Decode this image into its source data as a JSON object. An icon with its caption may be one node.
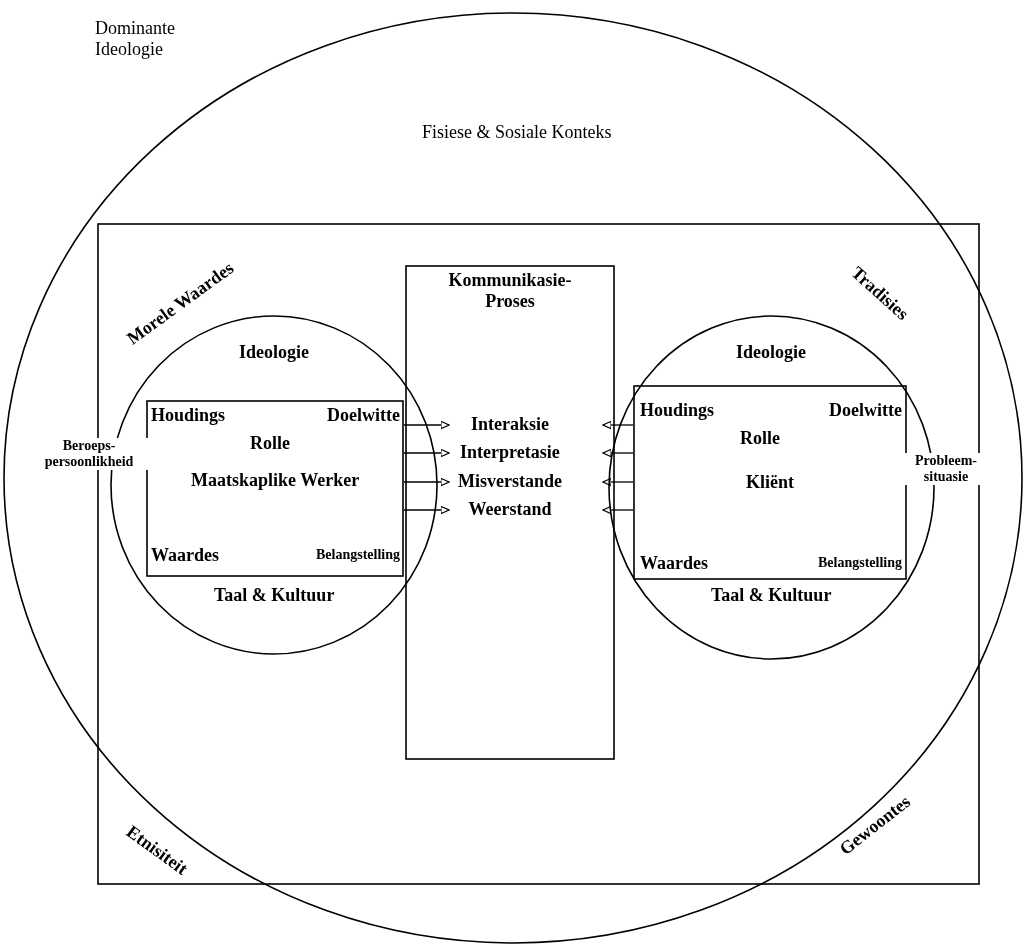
{
  "diagram": {
    "nodes": [
      {
        "text": [
          "Dominante Ideologie",
          "Fisiese & Sosiale Konteks"
        ]
      },
      {
        "text": [
          "Morele Waardes",
          "Tradisies",
          "Etnisiteit",
          "Gewoontes"
        ],
        "in": 0
      },
      {
        "text": [
          "Ideologie",
          "Taal & Kultuur"
        ],
        "in": 1
      },
      {
        "text": [
          "Houdings",
          "Doelwitte",
          "Rolle",
          "Maatskaplike Werker",
          "Waardes",
          "Belangstelling"
        ],
        "in": 2
      },
      {
        "text": [
          "Kommunikasie-Proses",
          "Interaksie",
          "Interpretasie",
          "Misverstande",
          "Weerstand"
        ],
        "in": 1
      },
      {
        "text": [
          "Ideologie",
          "Taal & Kultuur"
        ],
        "in": 1
      },
      {
        "text": [
          "Houdings",
          "Doelwitte",
          "Rolle",
          "Kliënt",
          "Waardes",
          "Belangstelling"
        ],
        "in": 5
      }
    ],
    "edges": [
      {
        "from": 3,
        "to": 4,
        "arrow": "to"
      },
      {
        "from": 3,
        "to": 4,
        "arrow": "to"
      },
      {
        "from": 3,
        "to": 4,
        "arrow": "to"
      },
      {
        "from": 3,
        "to": 4,
        "arrow": "to"
      },
      {
        "from": 6,
        "to": 4,
        "arrow": "to"
      },
      {
        "from": 6,
        "to": 4,
        "arrow": "to"
      },
      {
        "from": 6,
        "to": 4,
        "arrow": "to"
      },
      {
        "from": 6,
        "to": 4,
        "arrow": "to"
      }
    ],
    "labels": [
      "Beroeps-persoonlikheid",
      "Probleem-situasie"
    ]
  }
}
